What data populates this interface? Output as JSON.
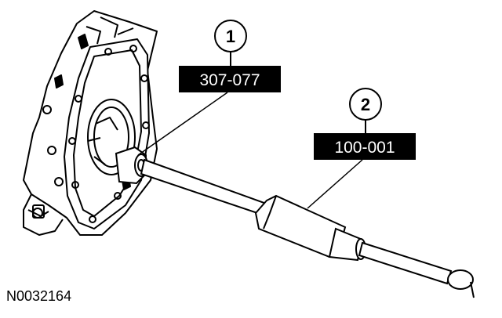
{
  "callouts": [
    {
      "number": "1",
      "tool_number": "307-077"
    },
    {
      "number": "2",
      "tool_number": "100-001"
    }
  ],
  "figure_id": "N0032164",
  "colors": {
    "ink": "#000000",
    "paper": "#ffffff"
  }
}
